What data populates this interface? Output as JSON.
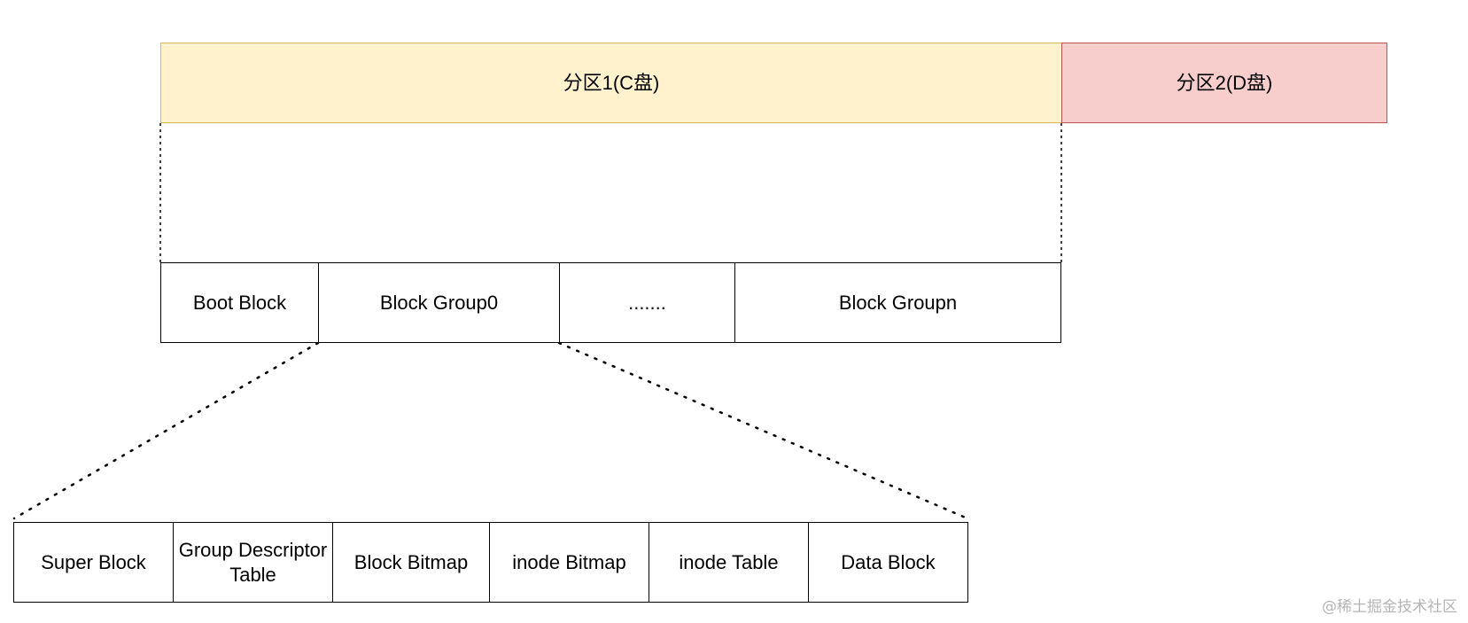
{
  "partitions": {
    "p1": "分区1(C盘)",
    "p2": "分区2(D盘)"
  },
  "partition_layout": {
    "boot": "Boot Block",
    "group0": "Block Group0",
    "ellipsis": ".......",
    "groupn": "Block Groupn"
  },
  "block_group": {
    "super": "Super Block",
    "gdt": "Group Descriptor Table",
    "block_bitmap": "Block Bitmap",
    "inode_bitmap": "inode Bitmap",
    "inode_table": "inode Table",
    "data_block": "Data Block"
  },
  "watermark": "@稀土掘金技术社区",
  "colors": {
    "partition1_fill": "#fff2cc",
    "partition1_stroke": "#d6b656",
    "partition2_fill": "#f8cecc",
    "partition2_stroke": "#b85450"
  }
}
